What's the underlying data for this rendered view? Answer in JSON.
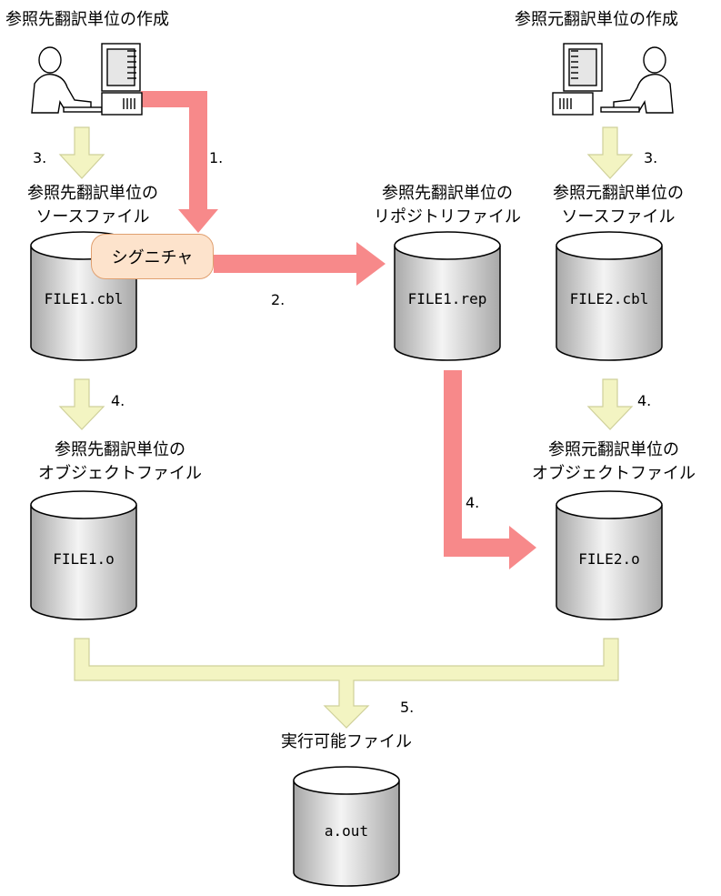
{
  "colors": {
    "signature_flow": "#f7898a",
    "build_flow": "#f3f4c2",
    "build_flow_stroke": "#cfd09a",
    "cylinder_top": "#ffffff",
    "cylinder_body_dark": "#a8a8a8",
    "signature_badge": "#fde3cc"
  },
  "icons": {
    "left_user": "person-at-computer-icon",
    "right_user": "person-at-computer-icon"
  },
  "headers": {
    "left": "参照先翻訳単位の作成",
    "right": "参照元翻訳単位の作成"
  },
  "steps": {
    "s1": "1.",
    "s2": "2.",
    "s3_left": "3.",
    "s3_right": "3.",
    "s4_left": "4.",
    "s4_mid": "4.",
    "s4_right": "4.",
    "s5": "5."
  },
  "signature": "シグニチャ",
  "labels": {
    "source_left": [
      "参照先翻訳単位の",
      "ソースファイル"
    ],
    "repository": [
      "参照先翻訳単位の",
      "リポジトリファイル"
    ],
    "source_right": [
      "参照元翻訳単位の",
      "ソースファイル"
    ],
    "object_left": [
      "参照先翻訳単位の",
      "オブジェクトファイル"
    ],
    "object_right": [
      "参照元翻訳単位の",
      "オブジェクトファイル"
    ],
    "executable": "実行可能ファイル"
  },
  "files": {
    "file1_cbl": "FILE1.cbl",
    "file1_rep": "FILE1.rep",
    "file2_cbl": "FILE2.cbl",
    "file1_o": "FILE1.o",
    "file2_o": "FILE2.o",
    "a_out": "a.out"
  }
}
